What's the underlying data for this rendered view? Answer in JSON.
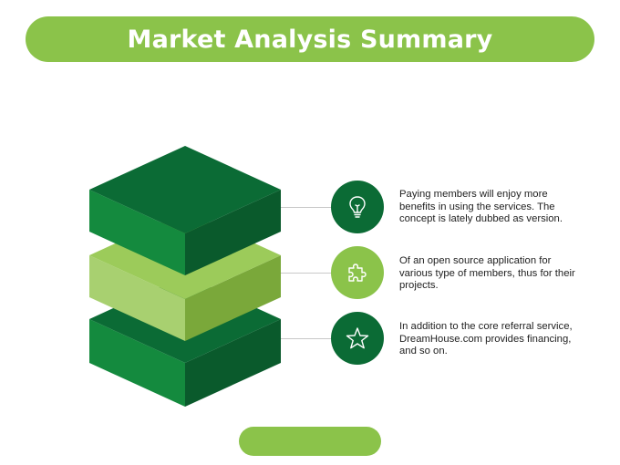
{
  "header": {
    "title": "Market Analysis Summary"
  },
  "colors": {
    "title_bar": "#8bc34a",
    "dark_green_top": "#0b6b35",
    "dark_green_left": "#148a3e",
    "dark_green_right": "#0a5a2c",
    "light_green_top": "#9ccb5a",
    "light_green_left": "#a8d070",
    "light_green_right": "#7aa83a",
    "badge_dark": "#0b6b35",
    "badge_light": "#8bc34a"
  },
  "items": [
    {
      "icon": "lightbulb-icon",
      "badge_color": "dark",
      "text": "Paying members will enjoy more benefits in using the services. The concept is lately dubbed as version."
    },
    {
      "icon": "puzzle-icon",
      "badge_color": "light",
      "text": "Of an open source application for various type of members, thus for their projects."
    },
    {
      "icon": "star-icon",
      "badge_color": "dark",
      "text": "In addition to the core referral service, DreamHouse.com provides financing, and so on."
    }
  ]
}
